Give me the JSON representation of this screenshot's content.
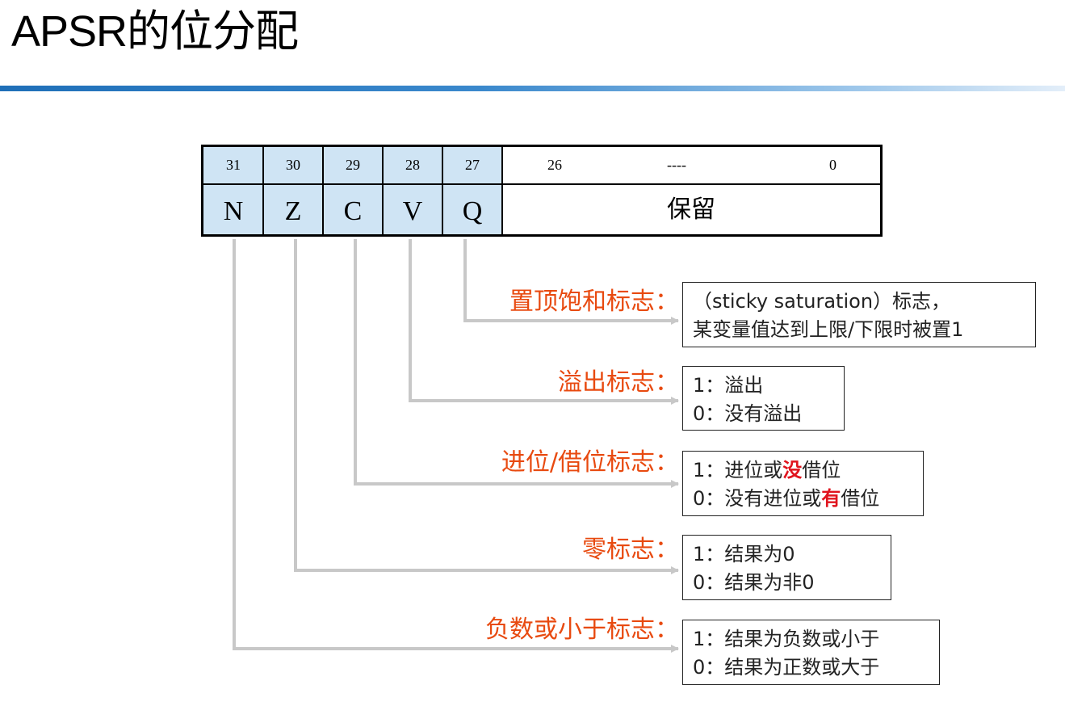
{
  "title": "APSR的位分配",
  "register": {
    "bits": [
      {
        "num": "31",
        "flag": "N"
      },
      {
        "num": "30",
        "flag": "Z"
      },
      {
        "num": "29",
        "flag": "C"
      },
      {
        "num": "28",
        "flag": "V"
      },
      {
        "num": "27",
        "flag": "Q"
      }
    ],
    "reserved": {
      "high": "26",
      "dots": "----",
      "low": "0",
      "label": "保留"
    }
  },
  "flags": {
    "q": {
      "label": "置顶饱和标志：",
      "line1": "（sticky saturation）标志，",
      "line2": "某变量值达到上限/下限时被置1"
    },
    "v": {
      "label": "溢出标志：",
      "line1": "1：溢出",
      "line2": "0：没有溢出"
    },
    "c": {
      "label": "进位/借位标志：",
      "line1_a": "1：进位或",
      "line1_b": "没",
      "line1_c": "借位",
      "line2_a": "0：没有进位或",
      "line2_b": "有",
      "line2_c": "借位"
    },
    "z": {
      "label": "零标志：",
      "line1": "1：结果为0",
      "line2": "0：结果为非0"
    },
    "n": {
      "label": "负数或小于标志：",
      "line1": "1：结果为负数或小于",
      "line2": "0：结果为正数或大于"
    }
  },
  "colors": {
    "accent_label": "#e84a10",
    "highlight": "#e0141e",
    "bit_fill": "#cfe4f4",
    "connector": "#c8c8c8"
  }
}
